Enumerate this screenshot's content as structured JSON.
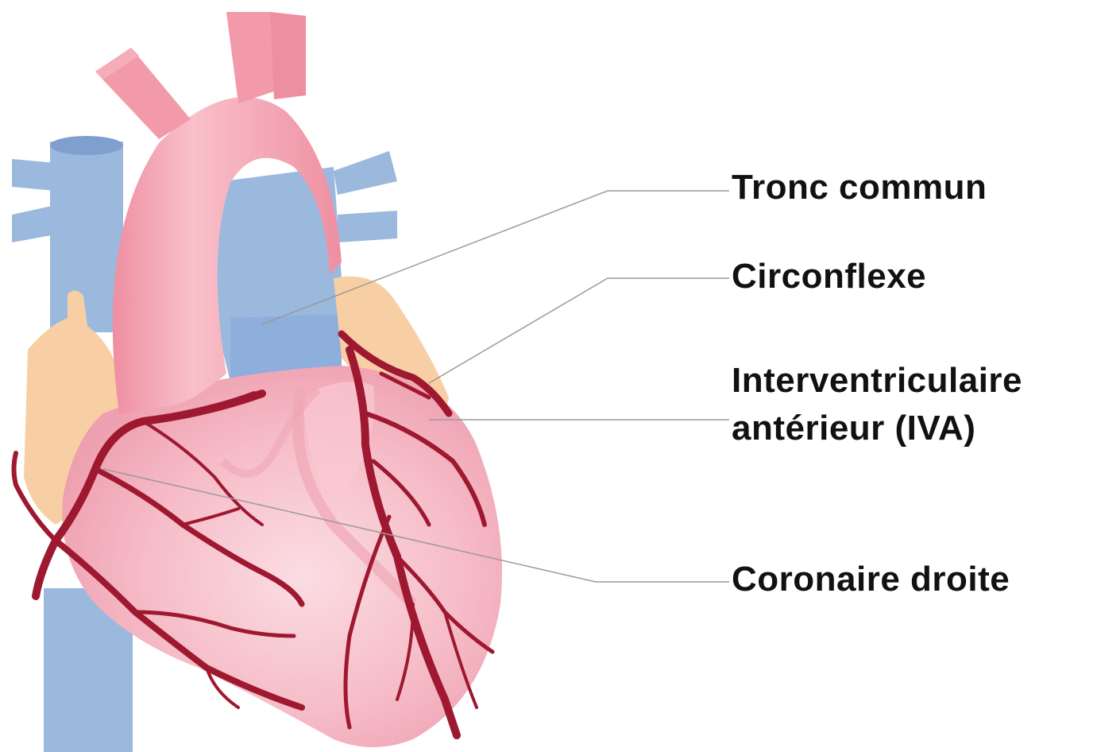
{
  "labels": {
    "tronc_commun": "Tronc commun",
    "circonflexe": "Circonflexe",
    "iva_line1": "Interventriculaire",
    "iva_line2": "antérieur (IVA)",
    "coronaire_droite": "Coronaire droite"
  },
  "colors": {
    "vein": "#9bb8dd",
    "vein_dark": "#7f9fcf",
    "aorta": "#f29aaa",
    "aorta_light": "#f7b8c3",
    "atrium": "#f8cfa4",
    "myocardium": "#f5b3c0",
    "myocardium_light": "#fad4dc",
    "artery": "#9e1830",
    "leader_line": "#9a9a9a",
    "text": "#111111"
  }
}
